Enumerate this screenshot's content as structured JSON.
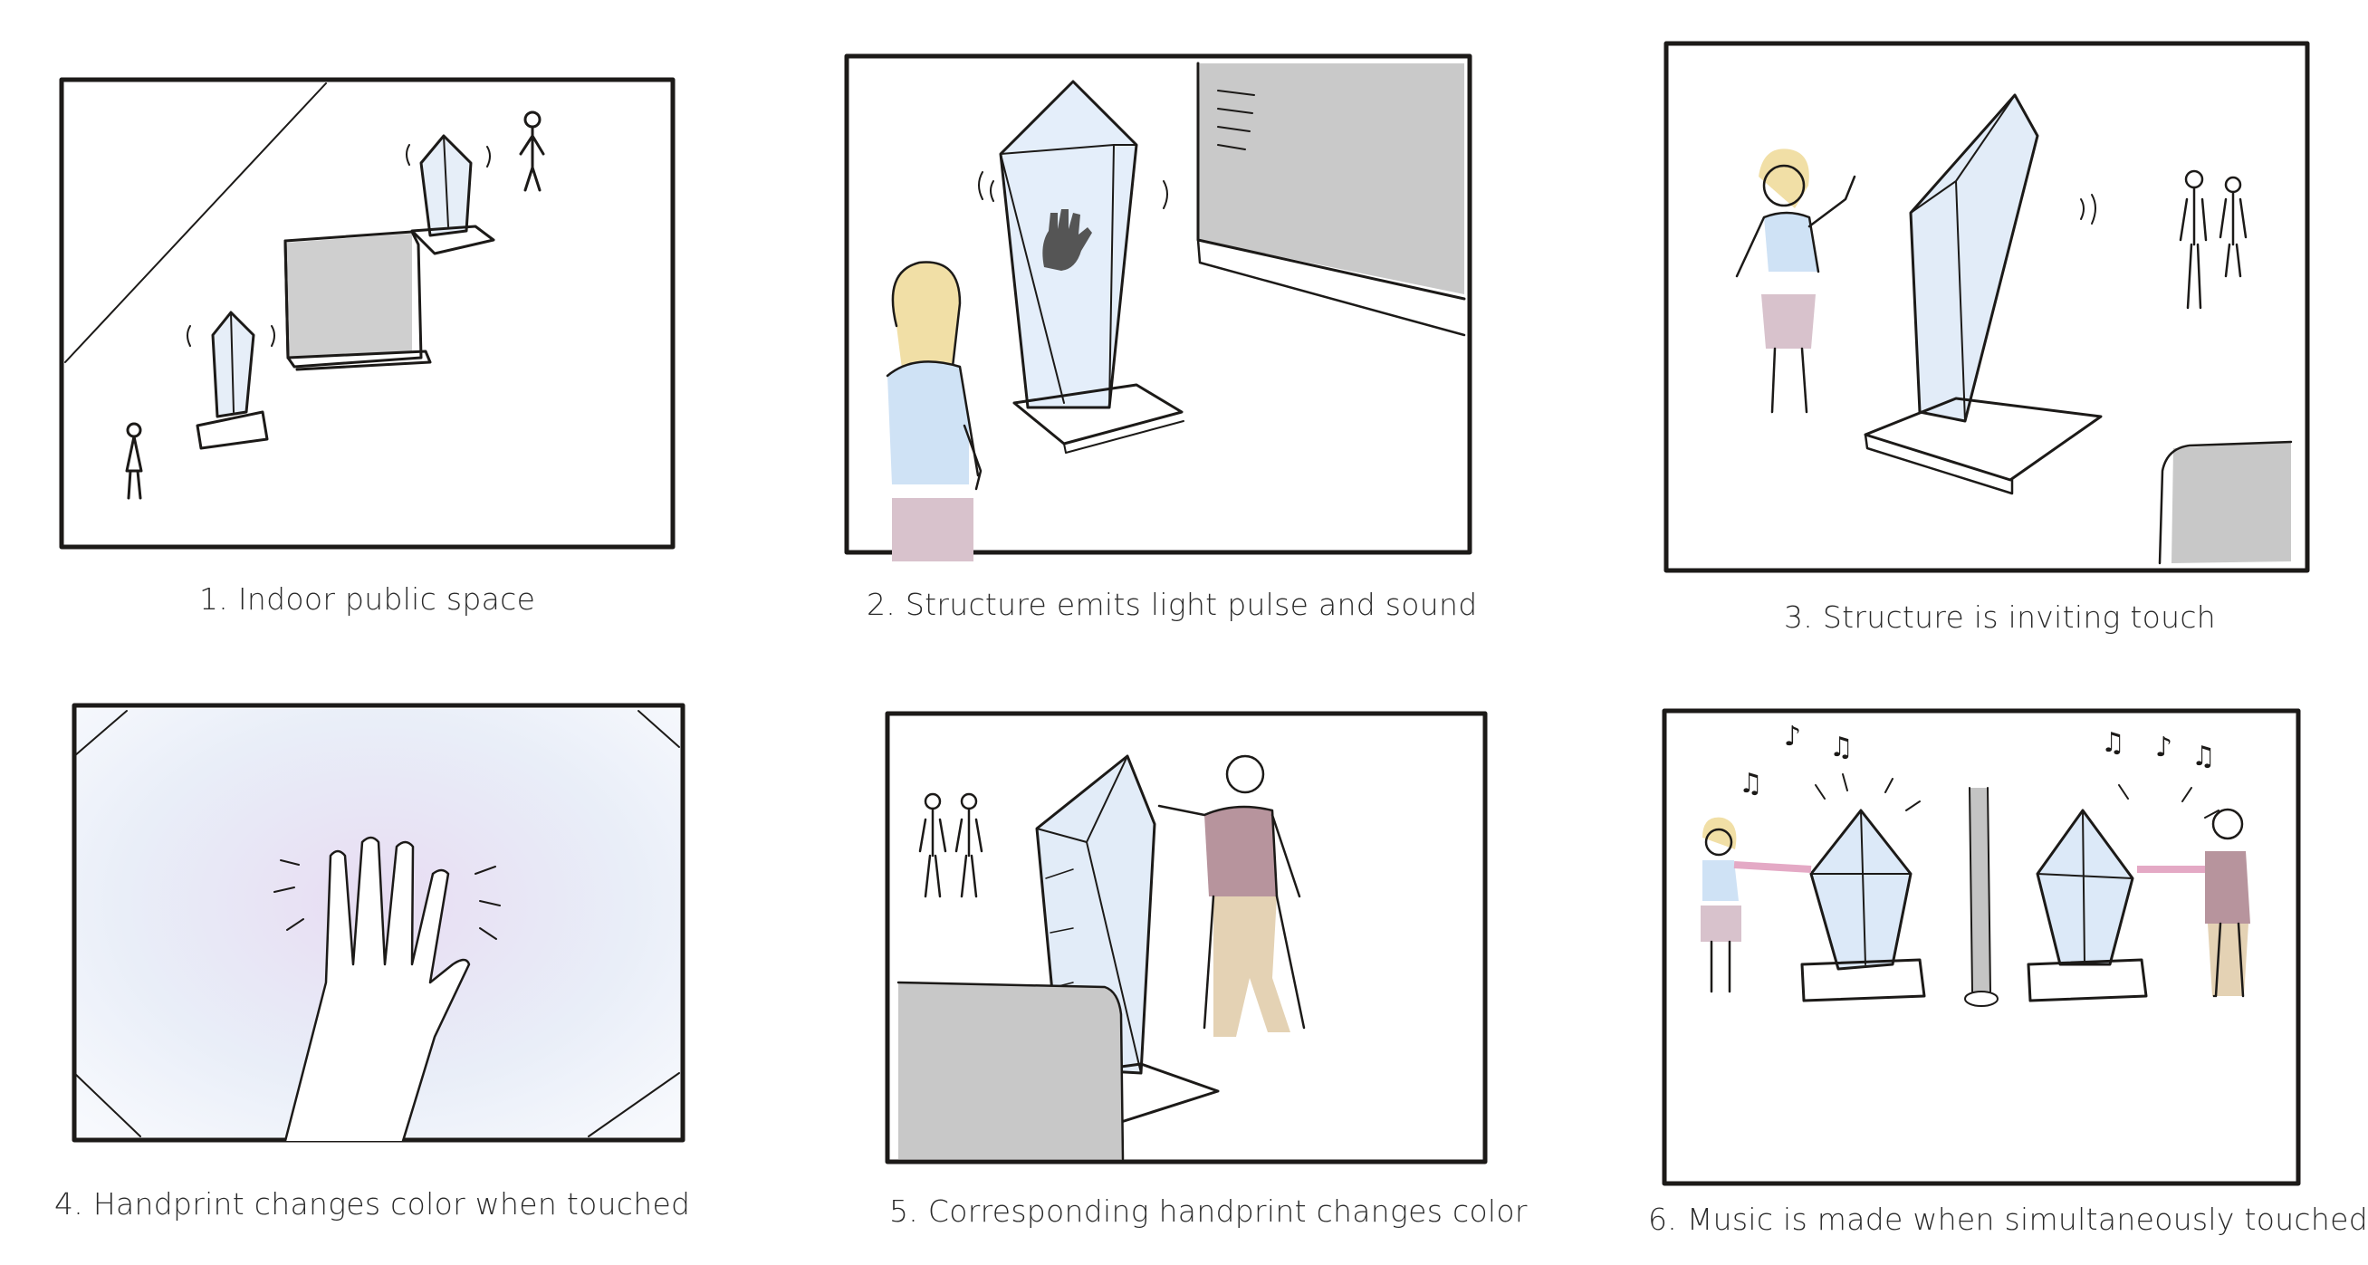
{
  "storyboard": {
    "panels": [
      {
        "caption": "1. Indoor public space"
      },
      {
        "caption": "2. Structure emits light pulse and sound"
      },
      {
        "caption": "3. Structure is inviting touch"
      },
      {
        "caption": "4. Handprint changes color when touched"
      },
      {
        "caption": "5. Corresponding handprint changes color"
      },
      {
        "caption": "6. Music is made when simultaneously touched"
      }
    ]
  },
  "colors": {
    "ink": "#1c1a18",
    "crystal_glow": "#dce9f8",
    "blonde_hair": "#f1dfa6",
    "blouse": "#cfe2f5",
    "skirt": "#d8c2cc",
    "shirt": "#b7949d",
    "trousers": "#e4d2b4",
    "wall_gray": "#c8c8c8",
    "touch_glow": "#e0bde0"
  }
}
